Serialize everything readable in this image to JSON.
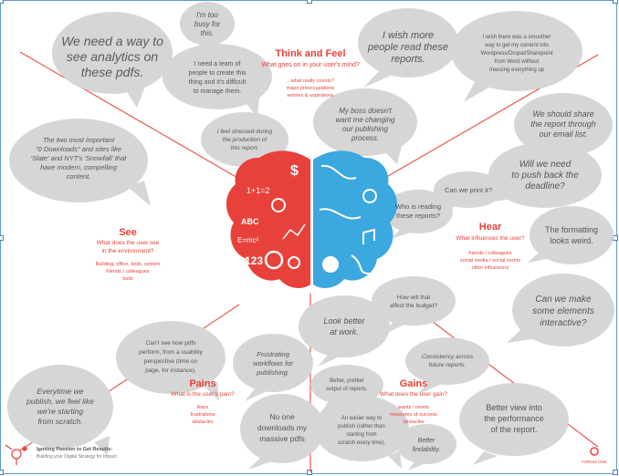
{
  "colors": {
    "red": "#e8413b",
    "blue": "#3ba8e0",
    "bubble": "#d6d6d6",
    "bubble_dark": "#bdbdbd",
    "text": "#444444",
    "line": "#e8584e"
  },
  "sections": {
    "think": {
      "title": "Think and Feel",
      "subtitle": "What goes on in your user's mind?",
      "items": [
        "...what really counts?",
        "major preoccupations",
        "worries & aspirations"
      ]
    },
    "see": {
      "title": "See",
      "subtitle": [
        "What does the user see",
        "in the environment?"
      ],
      "items": [
        "Building, office, desk, system",
        "friends / colleagues",
        "tools"
      ]
    },
    "hear": {
      "title": "Hear",
      "subtitle": "What influences the user?",
      "items": [
        "friends / colleagues",
        "social media / social norms",
        "other influencers"
      ]
    },
    "pains": {
      "title": "Pains",
      "subtitle": "What is the user's pain?",
      "items": [
        "fears",
        "frustrations",
        "obstacles"
      ]
    },
    "gains": {
      "title": "Gains",
      "subtitle": "What does the user gain?",
      "items": [
        "wants / needs",
        "measures of success",
        "obstacles"
      ]
    }
  },
  "bubbles": {
    "b1": [
      "We need a way to",
      "see analytics on",
      "these pdfs."
    ],
    "b2": [
      "I'm too",
      "busy for",
      "this."
    ],
    "b3": [
      "I need a team of",
      "people to create this",
      "thing and it's difficult",
      "to manage them."
    ],
    "b4": [
      "I wish more",
      "people read these",
      "reports."
    ],
    "b5": [
      "I wish there was a smoother",
      "way to get my content into",
      "Wordpress/Drupal/Sharepoint",
      "from Word without",
      "messing everything up"
    ],
    "b6": [
      "My boss doesn't",
      "want me changing",
      "our publishing",
      "process."
    ],
    "b7": [
      "I feel stressed during",
      "the production of",
      "this report."
    ],
    "b8": [
      "We should share",
      "the report through",
      "our email list."
    ],
    "b9": [
      "The two most important",
      "\"0 Downloads\" and sites like",
      "'Slate' and NYT's 'Snowfall' that",
      "have modern, compelling",
      "content."
    ],
    "b10": [
      "Will we need",
      "to push back the",
      "deadline?"
    ],
    "b11": [
      "Can we print it?"
    ],
    "b12": [
      "Who is reading",
      "these reports?"
    ],
    "b13": [
      "The formatting",
      "looks weird."
    ],
    "b14": [
      "How will that",
      "affect the budget?"
    ],
    "b15": [
      "Can we make",
      "some elements",
      "interactive?"
    ],
    "b16": [
      "Look better",
      "at work."
    ],
    "b17": [
      "Can't see how pdfs",
      "perform, from a usability",
      "perspective (time on",
      "page, for instance)."
    ],
    "b18": [
      "Frustrating",
      "workflows for",
      "publishing."
    ],
    "b19": [
      "Consistency across",
      "future reports."
    ],
    "b20": [
      "Everytime we",
      "publish, we feel like",
      "we're starting",
      "from scratch."
    ],
    "b21": [
      "Better, prettier",
      "output of reports."
    ],
    "b22": [
      "No one",
      "downloads my",
      "massive pdfs"
    ],
    "b23": [
      "An easier way to",
      "publish (rather than",
      "starting from",
      "scratch every time)."
    ],
    "b24": [
      "Better view into",
      "the performance",
      "of the report."
    ],
    "b25": [
      "Better",
      "findability."
    ]
  },
  "brain_glyphs": {
    "formula1": "1+1=2",
    "abc": "ABC",
    "emc": "E=mc²",
    "nums": "123",
    "dollar": "$"
  },
  "footer": {
    "title": "Igniting Passion to Get Results:",
    "subtitle": "Building your Digital Strategy for Impact",
    "brand": "FORUM ONE"
  }
}
